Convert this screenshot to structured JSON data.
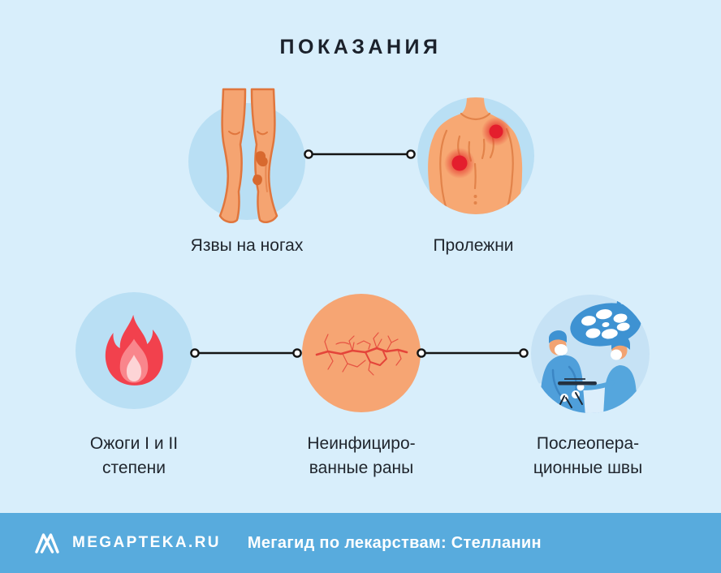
{
  "title": "ПОКАЗАНИЯ",
  "row1": [
    {
      "label": "Язвы на ногах"
    },
    {
      "label": "Пролежни"
    }
  ],
  "row2": [
    {
      "line1": "Ожоги I и II",
      "line2": "степени"
    },
    {
      "line1": "Неинфициро-",
      "line2": "ванные раны"
    },
    {
      "line1": "Послеопера-",
      "line2": "ционные швы"
    }
  ],
  "footer": {
    "brand": "MEGAPTEKA.RU",
    "tagline": "Мегагид по лекарствам: Стелланин"
  },
  "icons": [
    "legs-ulcers-illustration",
    "back-bedsores-illustration",
    "fire-icon",
    "wound-skin-illustration",
    "surgery-scene-illustration",
    "megapteka-logo-icon",
    "connector-line"
  ],
  "colors": {
    "background": "#d8eefb",
    "circle_blue": "#b9dff4",
    "skin": "#f5a471",
    "skin_outline": "#e0763d",
    "ulcer": "#d8692e",
    "bedsore_red": "#e41e2d",
    "flame_outer": "#f2414d",
    "flame_mid": "#f9868c",
    "flame_inner": "#fdd4d6",
    "wound_circle": "#f6a573",
    "wound_crack": "#e4453a",
    "scrubs_blue": "#4f9fda",
    "lamp_blue": "#3e92d2",
    "footer_bg": "#58abdd",
    "text_dark": "#20262e",
    "connector": "#141414"
  }
}
